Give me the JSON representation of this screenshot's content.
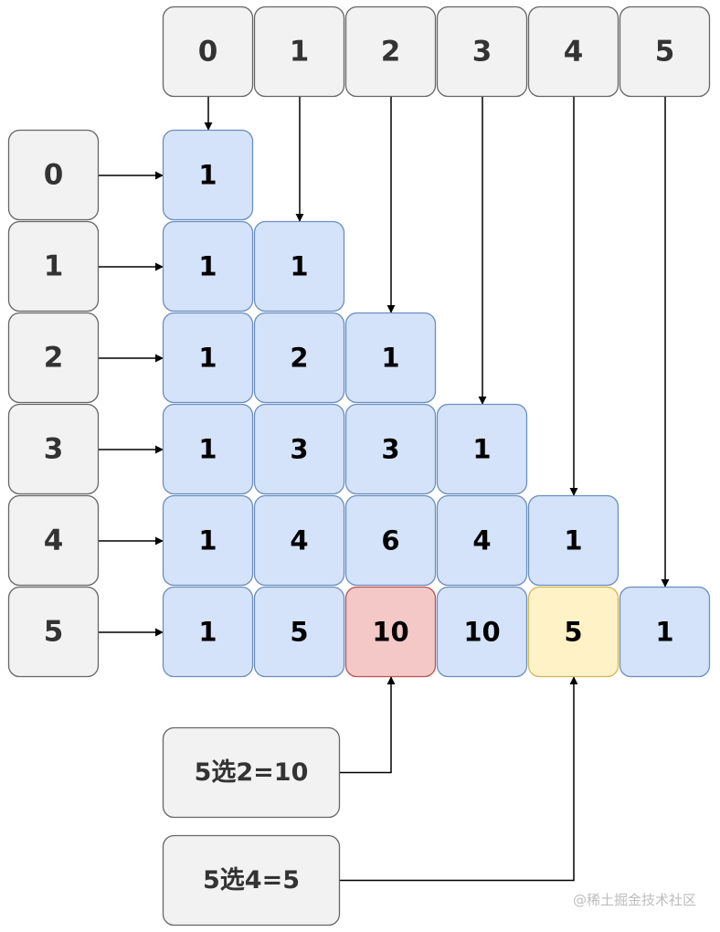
{
  "colors": {
    "header_fill": "#f2f2f2",
    "header_stroke": "#666666",
    "cell_fill": "#d4e3fa",
    "cell_stroke": "#6c8ebf",
    "highlight_red_fill": "#f5c8c8",
    "highlight_red_stroke": "#b85450",
    "highlight_yellow_fill": "#fff2c6",
    "highlight_yellow_stroke": "#d6b656"
  },
  "column_headers": [
    "0",
    "1",
    "2",
    "3",
    "4",
    "5"
  ],
  "row_headers": [
    "0",
    "1",
    "2",
    "3",
    "4",
    "5"
  ],
  "triangle": [
    [
      "1"
    ],
    [
      "1",
      "1"
    ],
    [
      "1",
      "2",
      "1"
    ],
    [
      "1",
      "3",
      "3",
      "1"
    ],
    [
      "1",
      "4",
      "6",
      "4",
      "1"
    ],
    [
      "1",
      "5",
      "10",
      "10",
      "5",
      "1"
    ]
  ],
  "highlights": [
    {
      "row": 5,
      "col": 2,
      "style": "red"
    },
    {
      "row": 5,
      "col": 4,
      "style": "yellow"
    }
  ],
  "annotations": [
    {
      "text": "5选2=10",
      "target_row": 5,
      "target_col": 2
    },
    {
      "text": "5选4=5",
      "target_row": 5,
      "target_col": 4
    }
  ],
  "watermark": "@稀土掘金技术社区"
}
